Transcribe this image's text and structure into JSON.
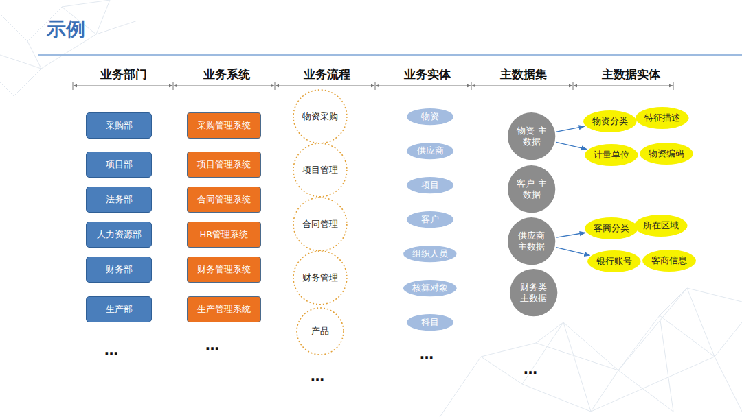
{
  "diagram": {
    "title": "示例",
    "nodes": [
      {
        "text": [
          "采购部"
        ]
      },
      {
        "text": [
          "项目部"
        ]
      },
      {
        "text": [
          "法务部"
        ]
      },
      {
        "text": [
          "人力资源部"
        ]
      },
      {
        "text": [
          "财务部"
        ]
      },
      {
        "text": [
          "生产部"
        ]
      },
      {
        "text": [
          "采购管理系统"
        ]
      },
      {
        "text": [
          "项目管理系统"
        ]
      },
      {
        "text": [
          "合同管理系统"
        ]
      },
      {
        "text": [
          "HR管理系统"
        ]
      },
      {
        "text": [
          "财务管理系统"
        ]
      },
      {
        "text": [
          "生产管理系统"
        ]
      },
      {
        "text": [
          "物资采购"
        ]
      },
      {
        "text": [
          "项目管理"
        ]
      },
      {
        "text": [
          "合同管理"
        ]
      },
      {
        "text": [
          "财务管理"
        ]
      },
      {
        "text": [
          "产品"
        ]
      },
      {
        "text": [
          "物资"
        ]
      },
      {
        "text": [
          "供应商"
        ]
      },
      {
        "text": [
          "项目"
        ]
      },
      {
        "text": [
          "客户"
        ]
      },
      {
        "text": [
          "组织人员"
        ]
      },
      {
        "text": [
          "核算对象"
        ]
      },
      {
        "text": [
          "科目"
        ]
      },
      {
        "text": [
          "物资 主数据"
        ]
      },
      {
        "text": [
          "客户 主数据"
        ]
      },
      {
        "text": [
          "供应商 主数据"
        ]
      },
      {
        "text": [
          "财务类 主数据"
        ]
      },
      {
        "text": [
          "物资分类"
        ]
      },
      {
        "text": [
          "特征描述"
        ]
      },
      {
        "text": [
          "计量单位"
        ]
      },
      {
        "text": [
          "物资编码"
        ]
      },
      {
        "text": [
          "客商分类"
        ]
      },
      {
        "text": [
          "所在区域"
        ]
      },
      {
        "text": [
          "银行账号"
        ]
      },
      {
        "text": [
          "客商信息"
        ]
      }
    ],
    "edges": [
      {
        "from": 24,
        "to": 28,
        "arrow": "to"
      },
      {
        "from": 24,
        "to": 30,
        "arrow": "to"
      },
      {
        "from": 26,
        "to": 32,
        "arrow": "to"
      },
      {
        "from": 26,
        "to": 34,
        "arrow": "to"
      }
    ],
    "labels": [
      "业务部门",
      "业务系统",
      "业务流程",
      "业务实体",
      "主数据集",
      "主数据实体",
      "…",
      "…",
      "…",
      "…",
      "…"
    ]
  }
}
